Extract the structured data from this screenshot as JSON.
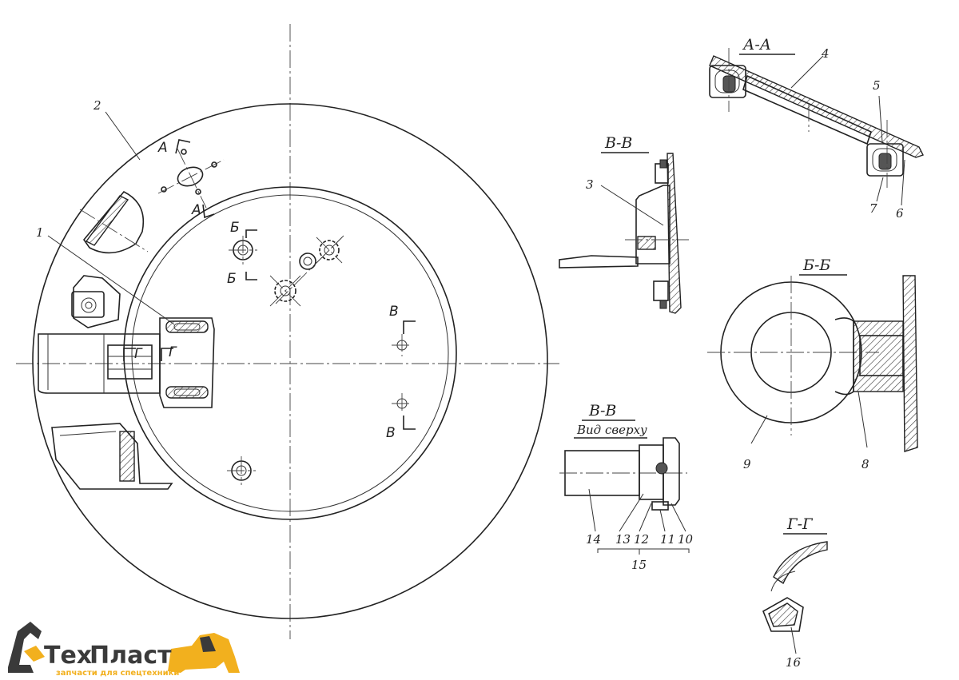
{
  "sections": {
    "aa": "А-А",
    "vv": "В-В",
    "bb": "Б-Б",
    "vv_top": "В-В",
    "vv_top_sub": "Вид сверху",
    "gg": "Г-Г"
  },
  "cut_marks": {
    "a": "А",
    "b": "Б",
    "v": "В",
    "g": "Г"
  },
  "part_numbers": [
    "1",
    "2",
    "3",
    "4",
    "5",
    "6",
    "7",
    "8",
    "9",
    "10",
    "11",
    "12",
    "13",
    "14",
    "15",
    "16"
  ],
  "logo": {
    "name_part1": "Тех",
    "name_part2": "Пласт",
    "tagline": "запчасти для спецтехники",
    "color_dark": "#3a3a3a",
    "color_accent": "#f2b01e"
  }
}
